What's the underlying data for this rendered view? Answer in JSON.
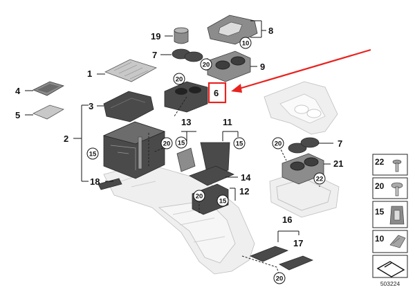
{
  "callouts": {
    "c1": "1",
    "c2": "2",
    "c3": "3",
    "c4": "4",
    "c5": "5",
    "c6": "6",
    "c7a": "7",
    "c7b": "7",
    "c8": "8",
    "c9": "9",
    "c11": "11",
    "c12": "12",
    "c13": "13",
    "c14": "14",
    "c16": "16",
    "c17": "17",
    "c18": "18",
    "c19": "19",
    "c21": "21"
  },
  "circled": {
    "r10": "10",
    "r20a": "20",
    "r20b": "20",
    "r20c": "20",
    "r20d": "20",
    "r20e": "20",
    "r20f": "20",
    "r15a": "15",
    "r15b": "15",
    "r15c": "15",
    "r15d": "15",
    "r22": "22"
  },
  "legend": {
    "l22": "22",
    "l20": "20",
    "l15": "15",
    "l10": "10"
  },
  "diagram_id": "503224",
  "highlight_color": "#e8231f"
}
